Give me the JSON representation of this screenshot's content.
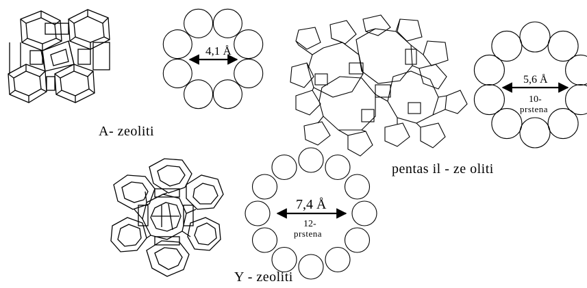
{
  "captions": {
    "a": "A- zeoliti",
    "pentasil": "pentas il - ze oliti",
    "y": "Y - zeoliti"
  },
  "pores": {
    "a": {
      "size": "4,1 Å"
    },
    "pentasil": {
      "size": "5,6 Å",
      "ring_line1": "10-",
      "ring_line2": "prstena"
    },
    "y": {
      "size": "7,4 Å",
      "ring_line1": "12-",
      "ring_line2": "prstena"
    }
  },
  "ring_counts": {
    "a": 8,
    "pentasil": 10,
    "y": 12
  },
  "colors": {
    "stroke": "#000000",
    "background": "#ffffff"
  }
}
